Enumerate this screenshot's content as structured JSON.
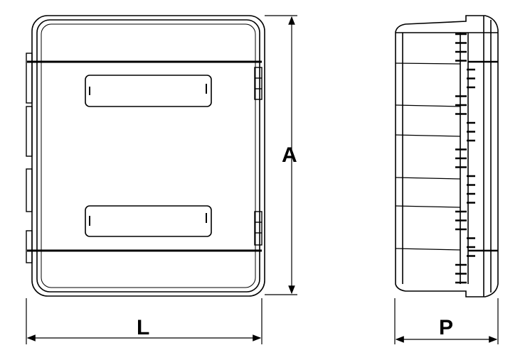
{
  "dimensions": {
    "height_label": "A",
    "width_label": "L",
    "depth_label": "P"
  },
  "colors": {
    "line": "#000000",
    "background": "#ffffff"
  }
}
